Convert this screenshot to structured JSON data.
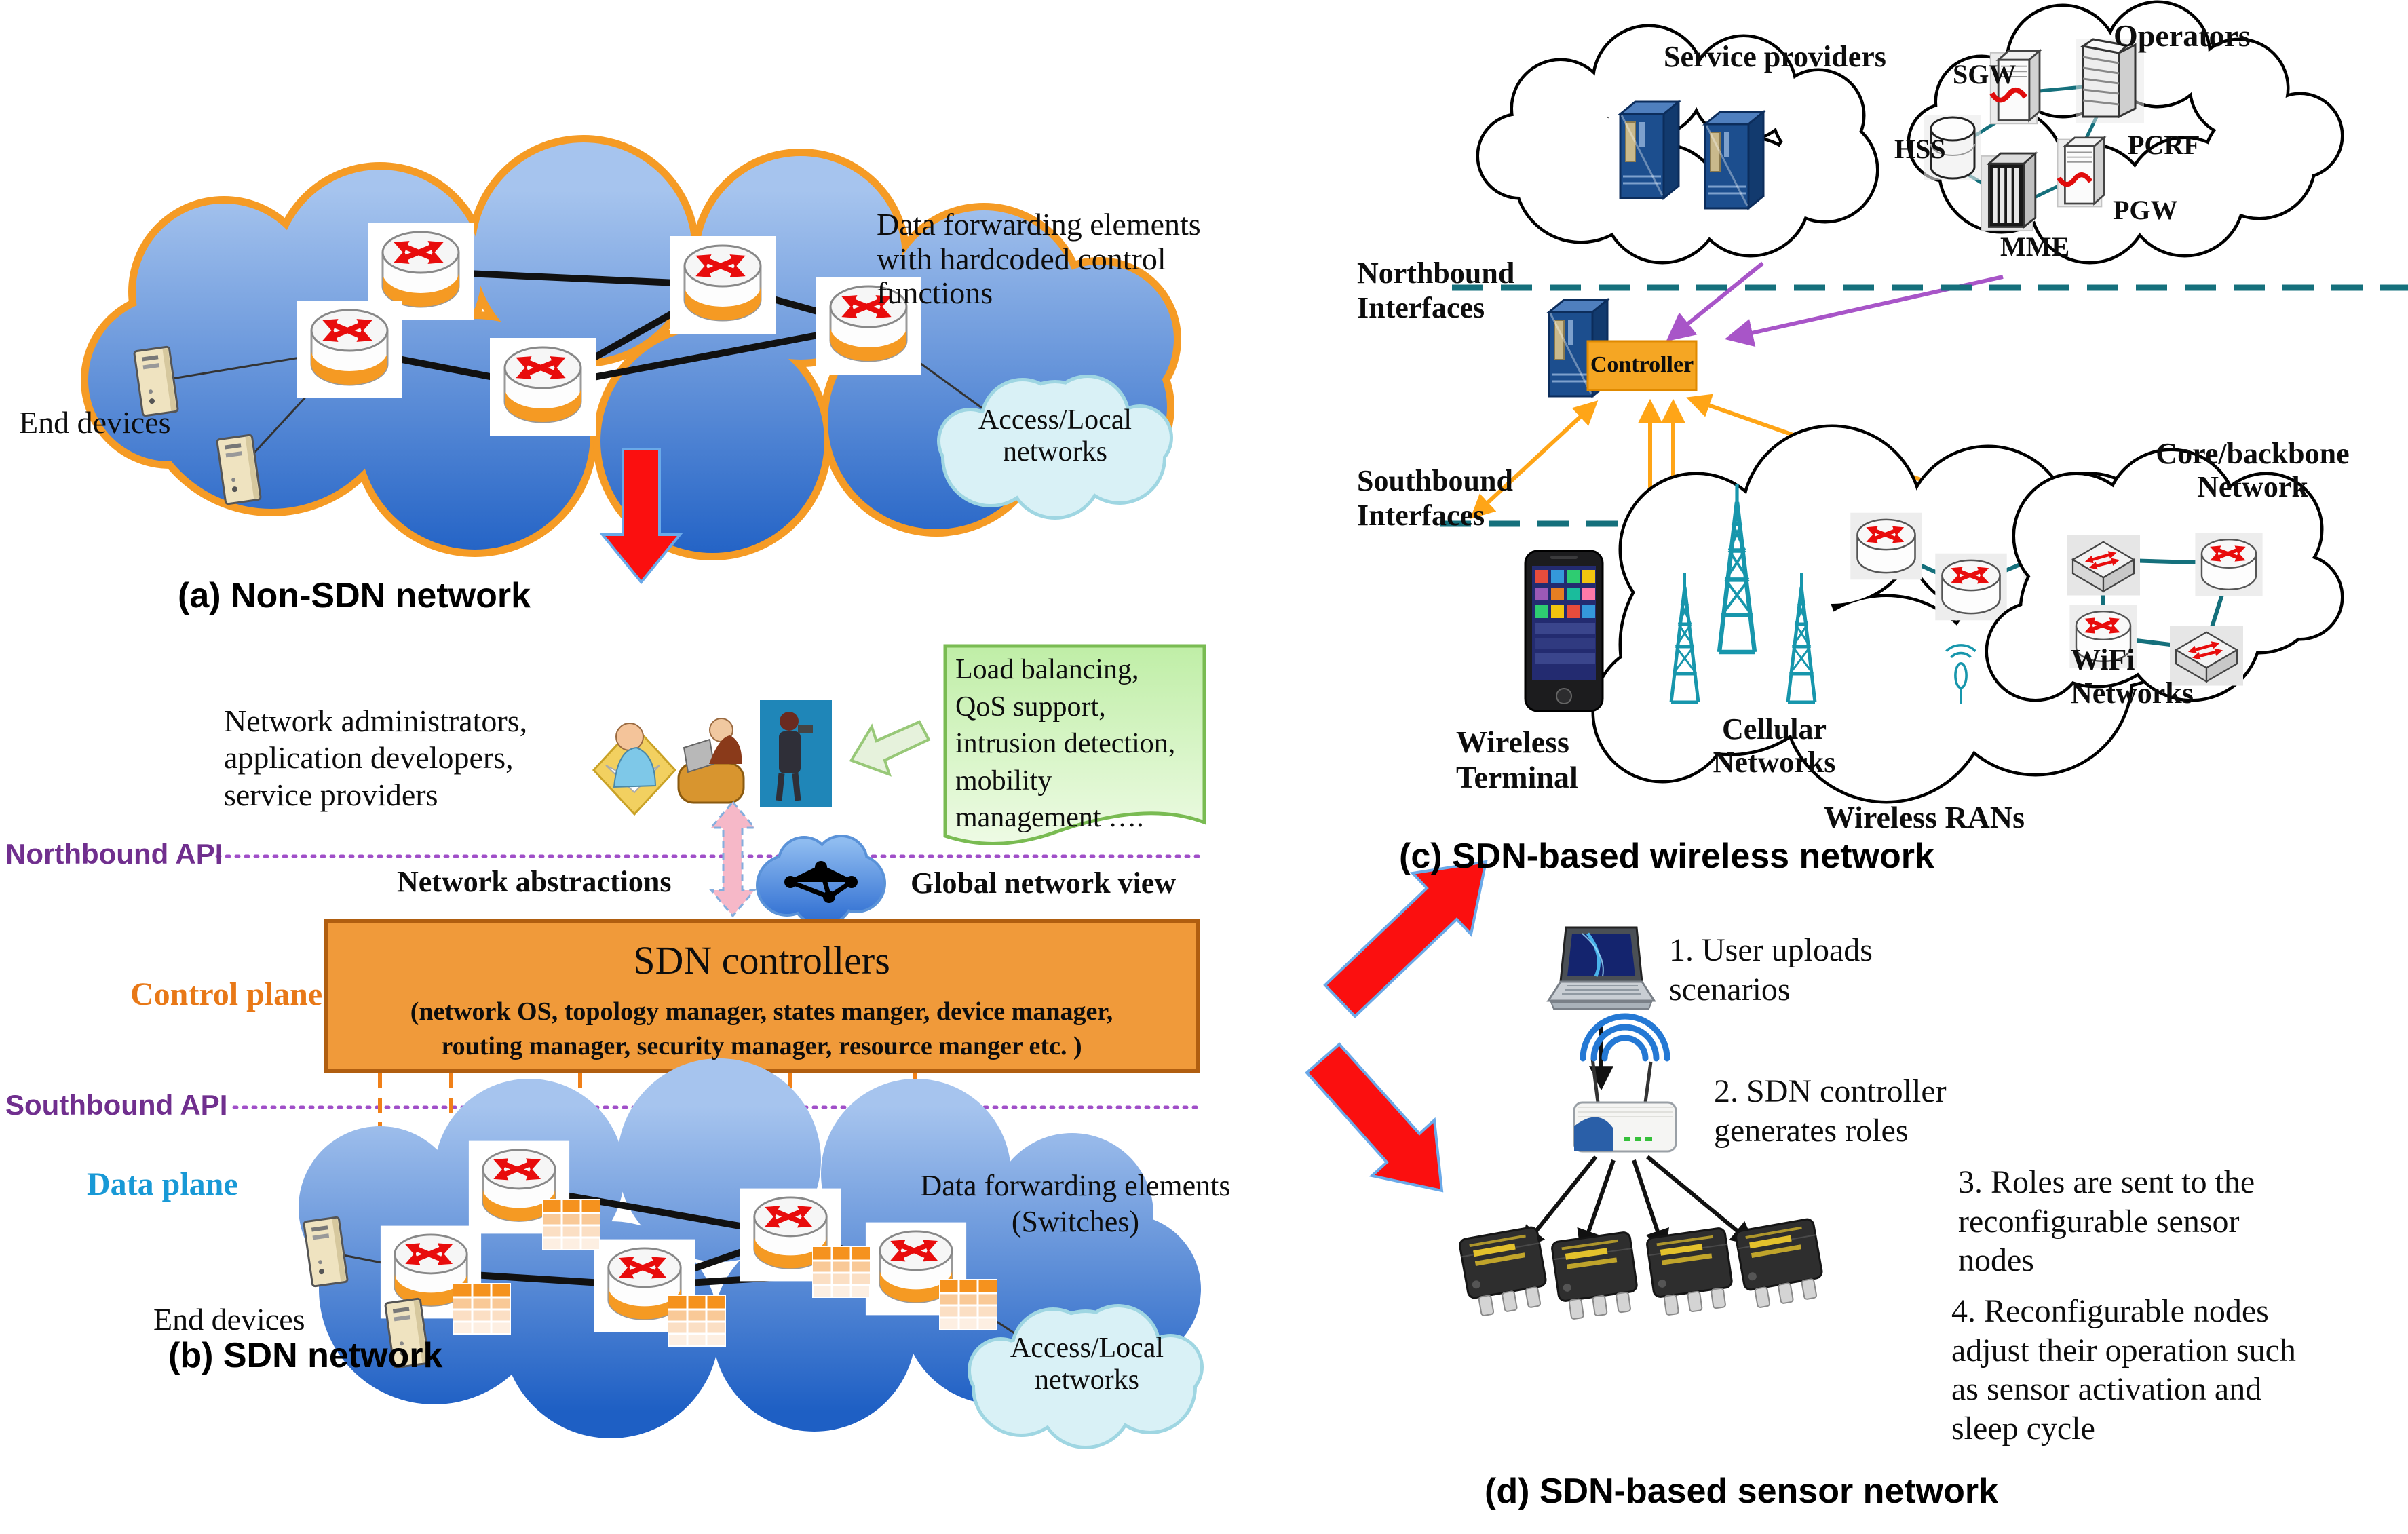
{
  "colors": {
    "cloud_fill_top": "#a6c4ee",
    "cloud_fill_bottom": "#1e5fc4",
    "cloud_border_orange": "#f59b25",
    "access_cloud_fill": "#d9f1f6",
    "controller_box_orange": "#f5a623",
    "red_arrow": "#fb0f0f",
    "purple_api": "#702f8e",
    "purple_arrow": "#a855c8",
    "teal_line": "#15707c",
    "data_plane_blue": "#1899d6",
    "control_plane_orange": "#e87817",
    "note_green_border": "#79bb52",
    "router_red": "#e80c0c"
  },
  "icons": {
    "router-icon": "white cylinder with red crossing arrows",
    "switch-icon": "gray 3D box with red arrows",
    "flow-table-icon": "orange striped table",
    "pc-tower-icon": "beige desktop tower",
    "server-icon": "blue server column",
    "database-icon": "gray cylinder",
    "building-icon": "gray office building",
    "cell-tower-icon": "teal lattice tower",
    "wifi-antenna-icon": "teal antenna with arcs",
    "smartphone-icon": "black phone with app grid",
    "laptop-icon": "notebook computer",
    "wireless-router-icon": "wifi router with antennas",
    "sensor-chip-icon": "black IC chip with yellow marking",
    "person-icon": "seated people figures",
    "down-arrow-icon": "red block arrow"
  },
  "panel_a": {
    "caption": "(a) Non-SDN network",
    "end_devices": "End devices",
    "annotation": "Data forwarding elements\nwith hardcoded control\nfunctions",
    "access_cloud": "Access/Local\nnetworks"
  },
  "panel_b": {
    "caption": "(b) SDN network",
    "stakeholders": "Network administrators,\napplication developers,\nservice providers",
    "note": "Load balancing,\nQoS support,\nintrusion detection,\nmobility\nmanagement ….",
    "northbound_api": "Northbound API",
    "network_abstractions": "Network abstractions",
    "global_network_view": "Global network view",
    "control_plane": "Control plane",
    "sdn_controllers_title": "SDN controllers",
    "sdn_controllers_sub": "(network OS, topology manager, states manger, device manager,\nrouting manager, security manager, resource manger etc. )",
    "southbound_api": "Southbound API",
    "data_plane": "Data plane",
    "end_devices": "End devices",
    "switches_label": "Data forwarding elements\n(Switches)",
    "access_cloud": "Access/Local\nnetworks"
  },
  "panel_c": {
    "caption": "(c) SDN-based wireless network",
    "service_providers": "Service providers",
    "operators": "Operators",
    "sgw": "SGW",
    "hss": "HSS",
    "pcrf": "PCRF",
    "pgw": "PGW",
    "mme": "MME",
    "northbound_interfaces": "Northbound\nInterfaces",
    "southbound_interfaces": "Southbound\nInterfaces",
    "controller": "Controller",
    "wireless_terminal": "Wireless\nTerminal",
    "cellular_networks": "Cellular\nNetworks",
    "wifi_networks": "WiFi\nNetworks",
    "wireless_rans": "Wireless RANs",
    "core_backbone": "Core/backbone\nNetwork"
  },
  "panel_d": {
    "caption": "(d) SDN-based sensor network",
    "step1": "1. User uploads\nscenarios",
    "step2": "2. SDN controller\ngenerates roles",
    "step3": "3. Roles are sent to the\nreconfigurable sensor\nnodes",
    "step4": "4. Reconfigurable nodes\nadjust their operation such\nas sensor activation and\nsleep cycle"
  }
}
